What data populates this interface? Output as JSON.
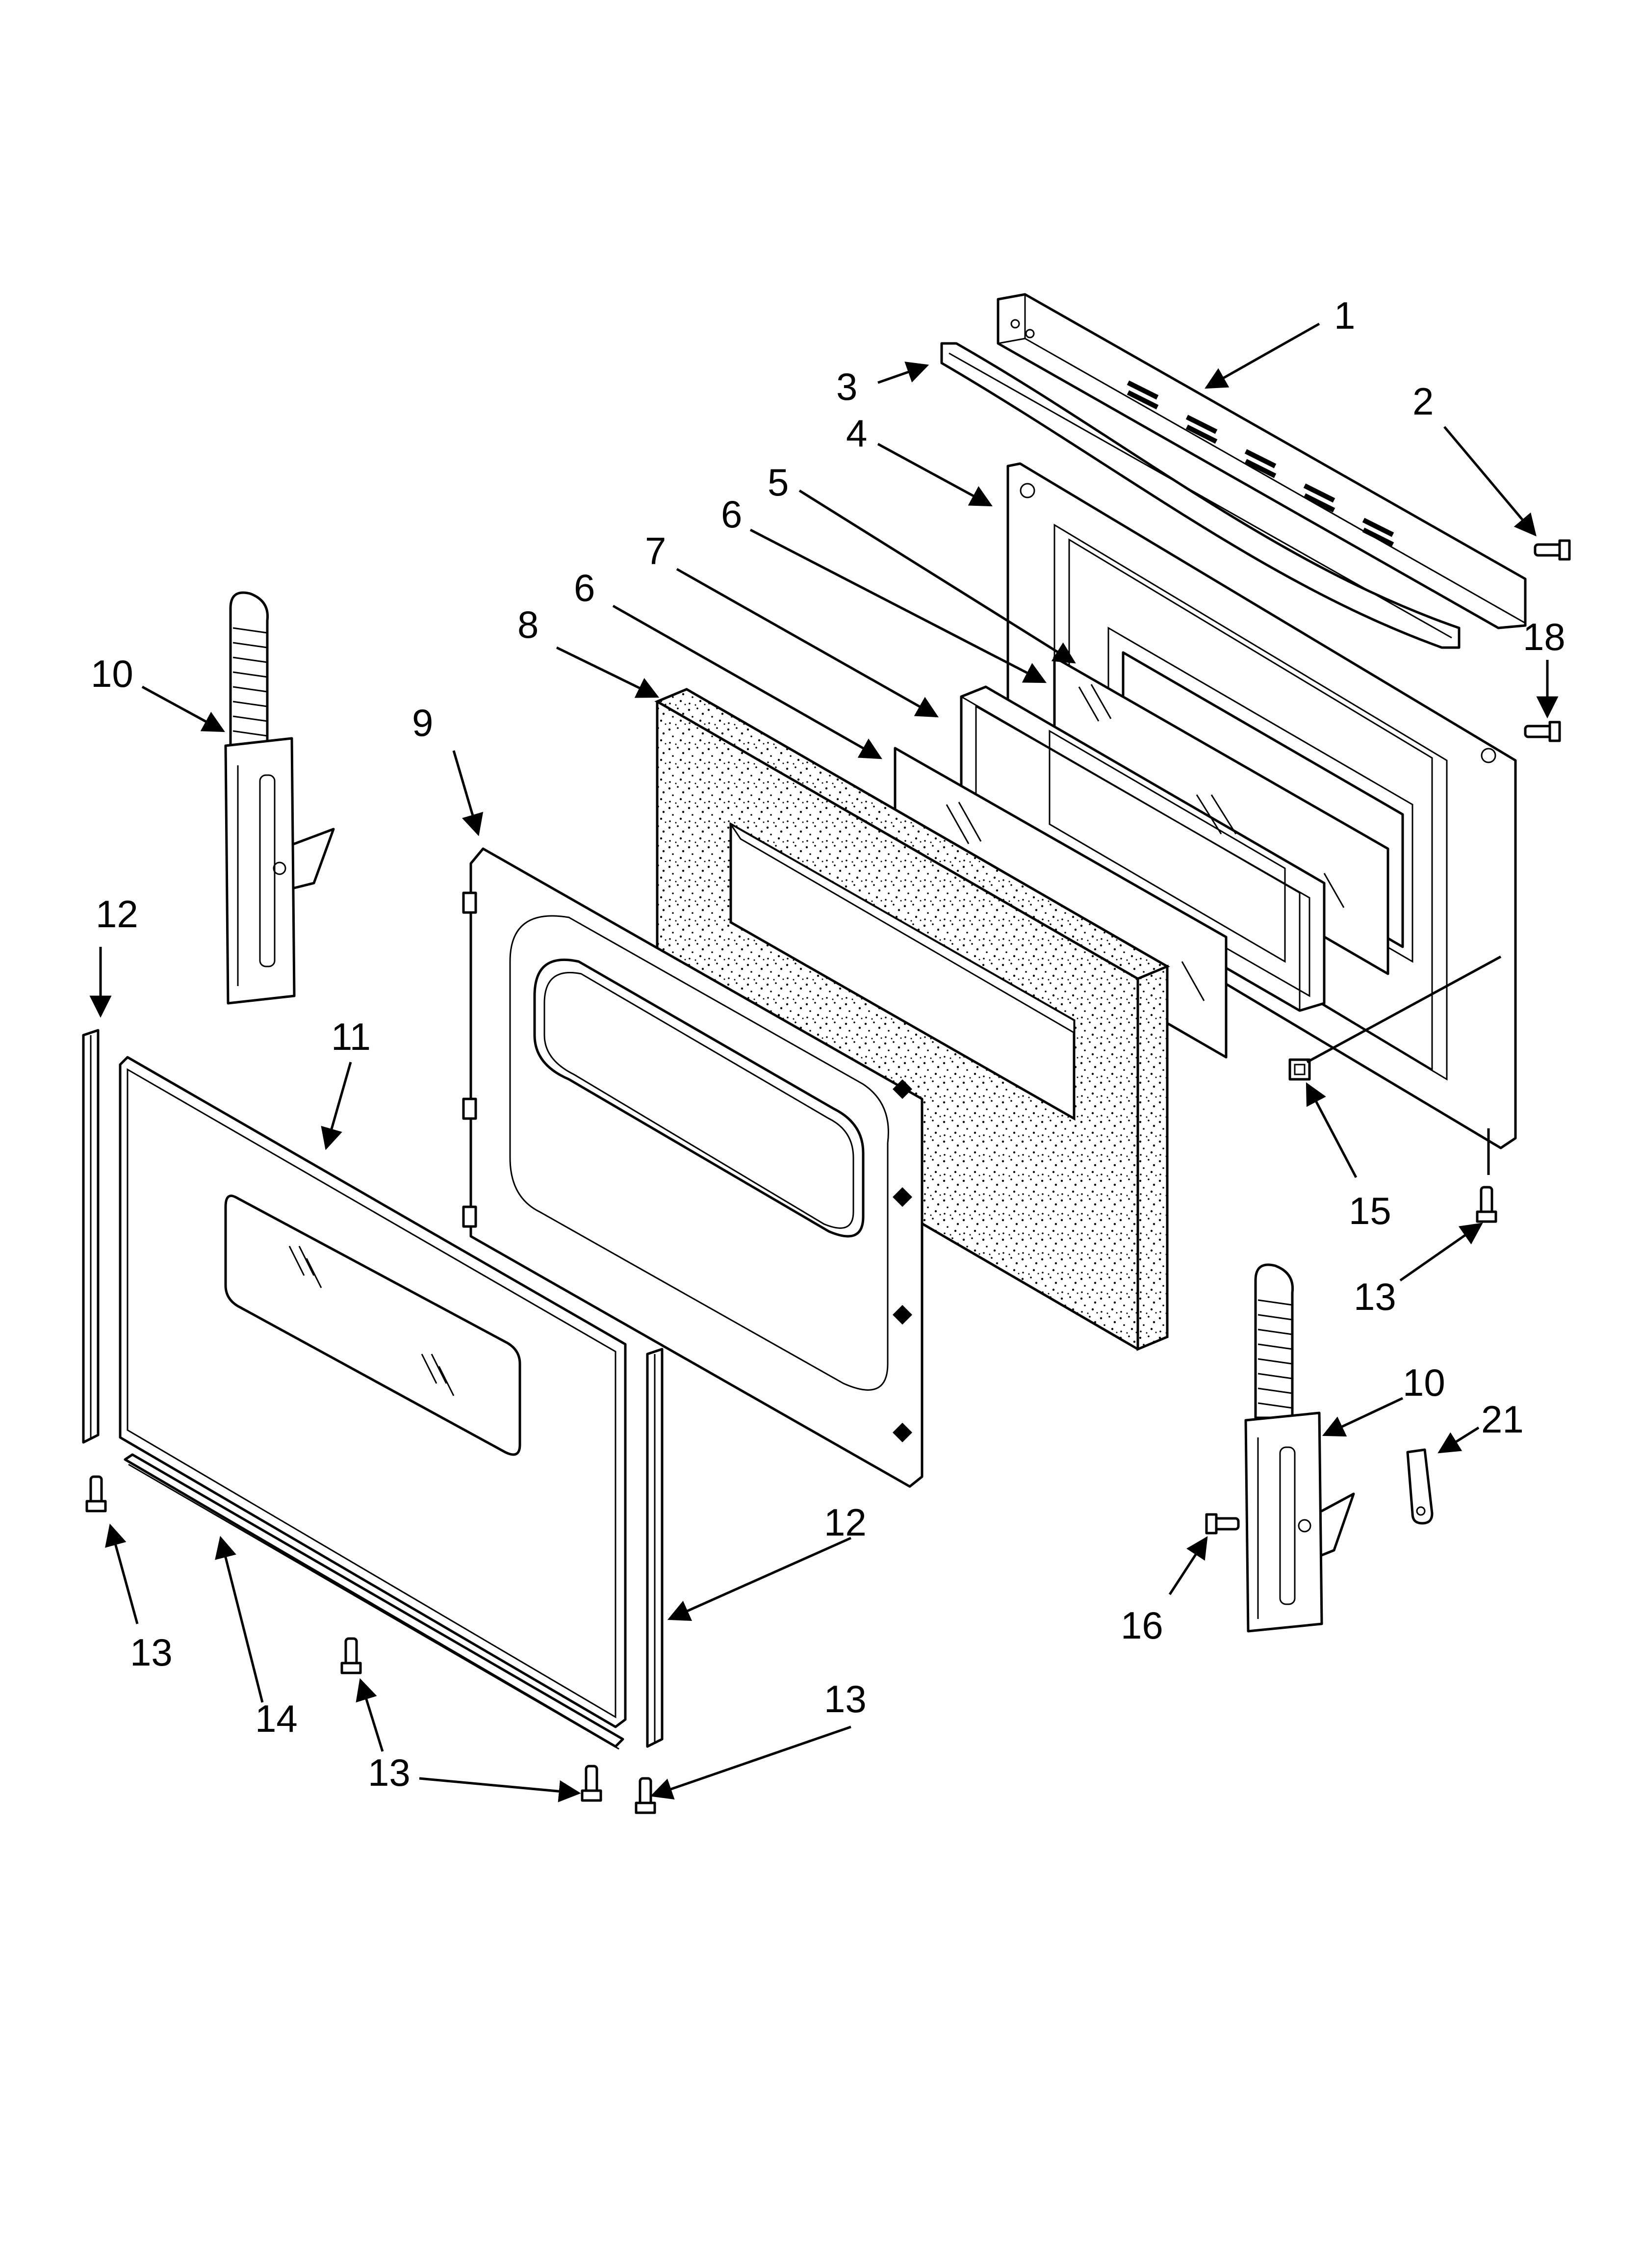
{
  "callouts": [
    {
      "id": "c1",
      "text": "1"
    },
    {
      "id": "c2",
      "text": "2"
    },
    {
      "id": "c3",
      "text": "3"
    },
    {
      "id": "c4",
      "text": "4"
    },
    {
      "id": "c5",
      "text": "5"
    },
    {
      "id": "c6a",
      "text": "6"
    },
    {
      "id": "c6b",
      "text": "6"
    },
    {
      "id": "c7",
      "text": "7"
    },
    {
      "id": "c8",
      "text": "8"
    },
    {
      "id": "c9",
      "text": "9"
    },
    {
      "id": "c10a",
      "text": "10"
    },
    {
      "id": "c10b",
      "text": "10"
    },
    {
      "id": "c11",
      "text": "11"
    },
    {
      "id": "c12a",
      "text": "12"
    },
    {
      "id": "c12b",
      "text": "12"
    },
    {
      "id": "c13a",
      "text": "13"
    },
    {
      "id": "c13b",
      "text": "13"
    },
    {
      "id": "c13c",
      "text": "13"
    },
    {
      "id": "c13d",
      "text": "13"
    },
    {
      "id": "c14",
      "text": "14"
    },
    {
      "id": "c15",
      "text": "15"
    },
    {
      "id": "c16",
      "text": "16"
    },
    {
      "id": "c18",
      "text": "18"
    },
    {
      "id": "c21",
      "text": "21"
    }
  ],
  "colors": {
    "line": "#000000",
    "background": "#ffffff"
  }
}
